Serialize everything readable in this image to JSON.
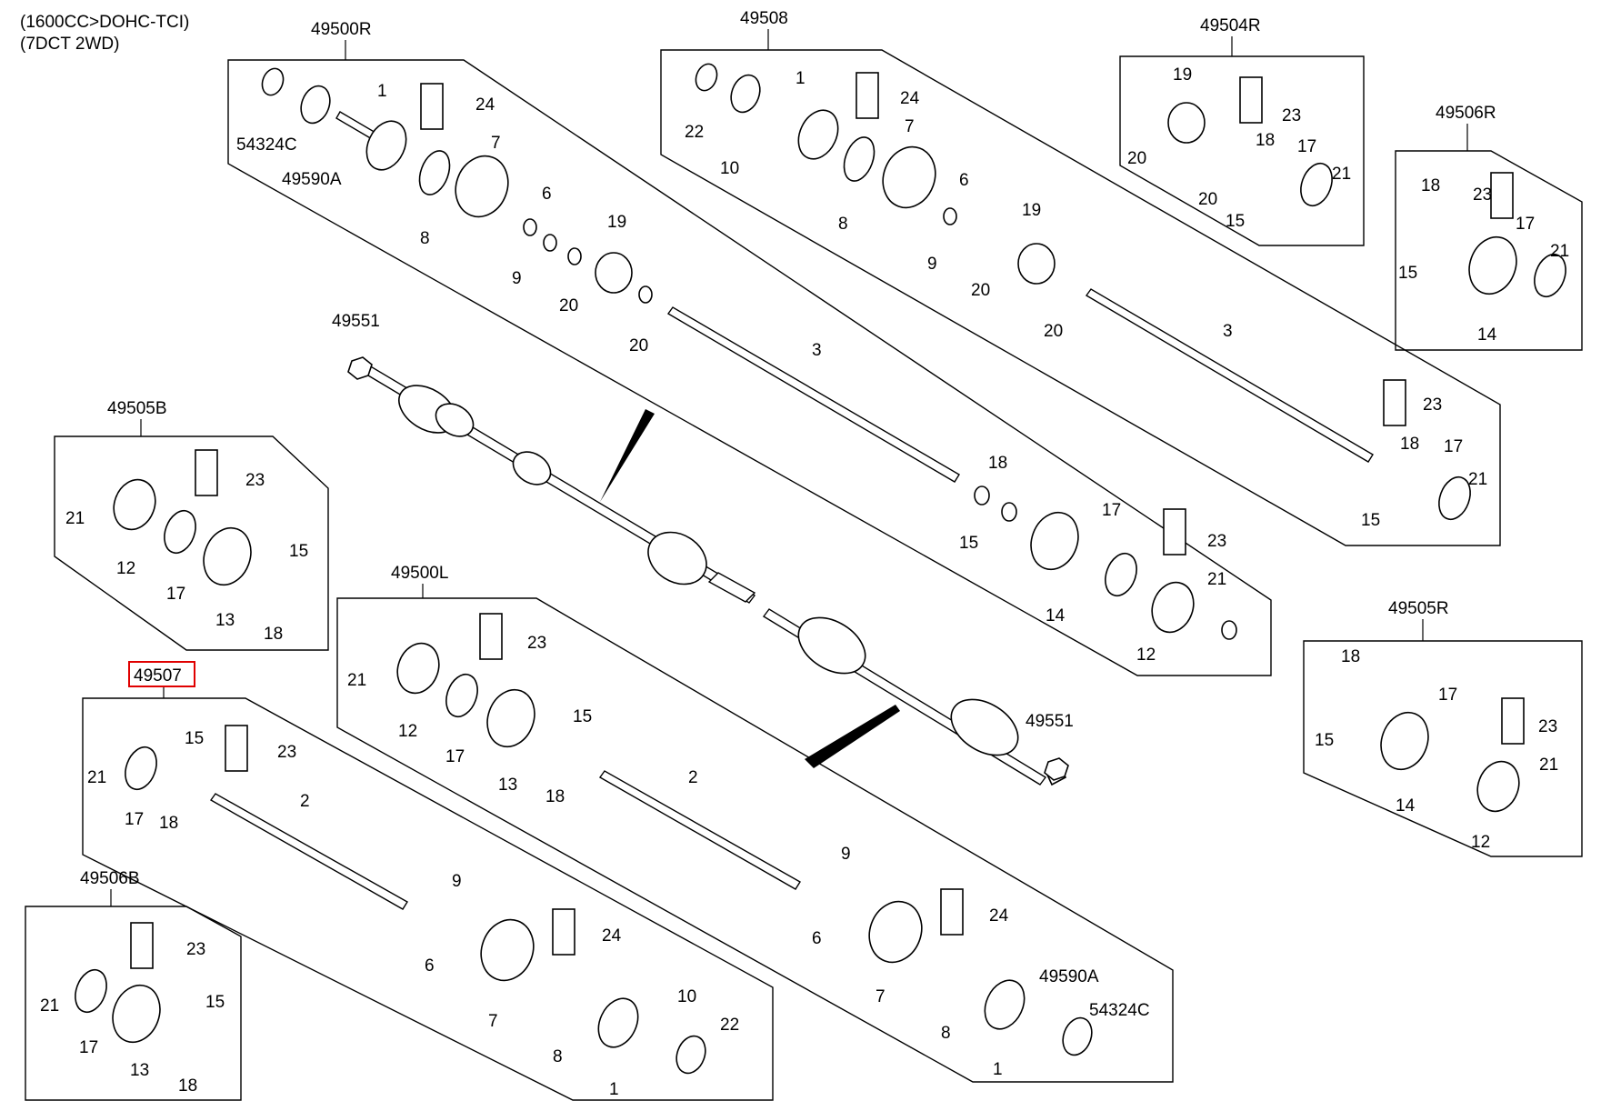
{
  "header_note": {
    "line1": "(1600CC>DOHC-TCI)",
    "line2": "(7DCT 2WD)"
  },
  "highlighted_assembly": "49507",
  "highlight_color": "#e00000",
  "groups": [
    {
      "code": "49500R"
    },
    {
      "code": "49508"
    },
    {
      "code": "49504R"
    },
    {
      "code": "49506R"
    },
    {
      "code": "49505B"
    },
    {
      "code": "49500L"
    },
    {
      "code": "49507"
    },
    {
      "code": "49505R"
    },
    {
      "code": "49506B"
    }
  ],
  "part_numbers": [
    "1",
    "2",
    "3",
    "6",
    "7",
    "8",
    "9",
    "10",
    "12",
    "13",
    "14",
    "15",
    "17",
    "18",
    "19",
    "20",
    "21",
    "22",
    "23",
    "24",
    "49551",
    "49590A",
    "54324C"
  ]
}
